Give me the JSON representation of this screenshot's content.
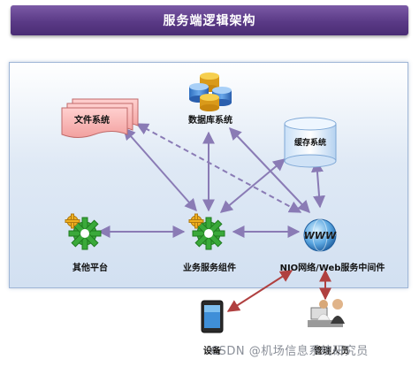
{
  "title": "服务端逻辑架构",
  "nodes": {
    "file_system": "文件系统",
    "database_system": "数据库系统",
    "cache_system": "缓存系统",
    "other_platform": "其他平台",
    "business_component": "业务服务组件",
    "nio_middleware": "NIO网络/Web服务中间件",
    "device": "设备",
    "user": "管理人员",
    "www_badge": "WWW"
  },
  "watermark": "CSDN @机场信息系统研究员",
  "colors": {
    "title_bar": "#5a3a86",
    "panel_border": "#9fb6d6",
    "connector": "#8a7bb5",
    "client_connector": "#b04040",
    "gear": "#3aa93a",
    "gear_accent": "#f0b020"
  },
  "icons": {
    "file_system": "stacked-documents-icon",
    "database_system": "database-cylinders-icon",
    "cache_system": "cache-cylinder-icon",
    "other_platform": "gear-icon",
    "business_component": "gear-icon",
    "nio_middleware": "www-globe-icon",
    "device": "tablet-icon",
    "user": "people-at-computer-icon"
  }
}
